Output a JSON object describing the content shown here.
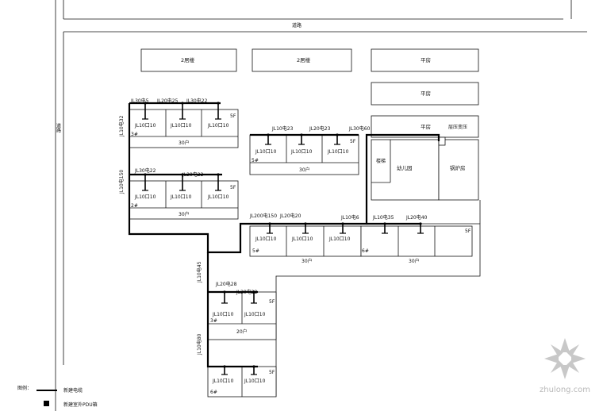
{
  "roads": {
    "top": "道路",
    "left": "道路"
  },
  "buildings": {
    "b1": "2居楼",
    "b2": "2居楼",
    "b3": "平房",
    "b4": "平房",
    "b5": "平房",
    "b6": "锅炉房",
    "b7": "幼儿园",
    "b8": "楼梯",
    "box": "层压变压"
  },
  "blockA": {
    "cables": [
      "JL30电5",
      "JL20电25",
      "JL30电22"
    ],
    "meters": [
      "JL10口10",
      "JL10口10",
      "JL10口10"
    ],
    "floors": "5F",
    "units": "30户",
    "side": "3#"
  },
  "blockB": {
    "cables": [
      "JL30电22",
      "JL20电22"
    ],
    "meters": [
      "JL10口10",
      "JL10口10",
      "JL10口10"
    ],
    "floors": "5F",
    "units": "30户",
    "side": "2#"
  },
  "blockC": {
    "cables": [
      "JL10电23",
      "JL20电23",
      "JL30电60"
    ],
    "meters": [
      "JL10口10",
      "JL10口10",
      "JL10口10"
    ],
    "floors": "5F",
    "units": "30户",
    "side": "5#"
  },
  "blockD": {
    "cables": [
      "JL200电150",
      "JL20电20",
      "JL10电6"
    ],
    "meters": [
      "JL10口10",
      "JL10口10",
      "JL10口10"
    ],
    "units": "30户",
    "side": "5#"
  },
  "blockE": {
    "cables": [
      "JL10电35",
      "JL20电40"
    ],
    "floors": "5F",
    "units": "30户",
    "side": "6#"
  },
  "blockF": {
    "cables": [
      "JL20电28",
      "JL20电22"
    ],
    "meters": [
      "JL10口10",
      "JL10口10"
    ],
    "floors": "5F",
    "units": "20户",
    "side": "3#"
  },
  "blockG": {
    "meters": [
      "JL10口10",
      "JL10口10"
    ],
    "floors": "5F",
    "side": "6#"
  },
  "trunk": {
    "t1": "JL10电32",
    "t2": "JL10电150",
    "t3": "JL10电45",
    "t4": "JL10电80"
  },
  "legend": {
    "title": "图例：",
    "line": "新建电缆",
    "box": "新建室外PDU箱"
  },
  "watermark": "zhulong.com"
}
